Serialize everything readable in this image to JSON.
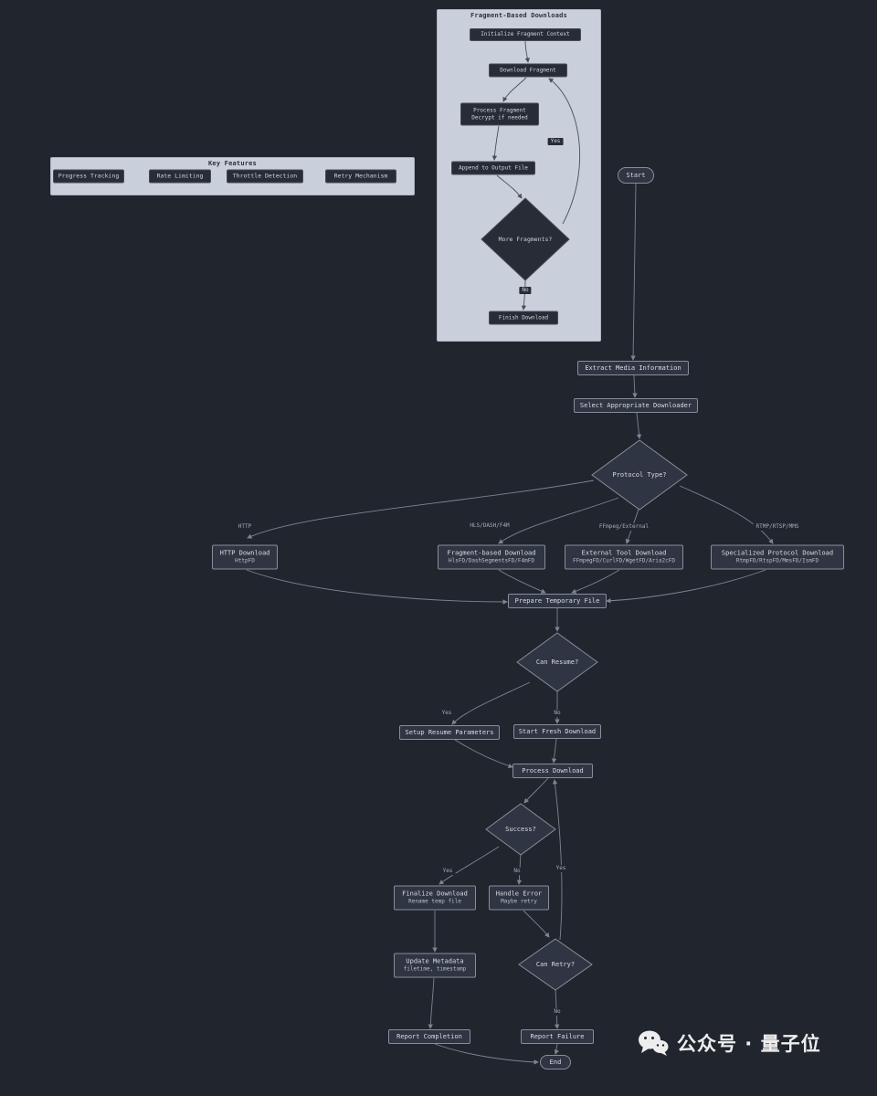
{
  "fragment_subgraph": {
    "title": "Fragment-Based Downloads",
    "init": "Initialize Fragment Context",
    "download": "Download Fragment",
    "process_l1": "Process Fragment",
    "process_l2": "Decrypt if needed",
    "append": "Append to Output File",
    "more": "More Fragments?",
    "finish": "Finish Download",
    "label_yes": "Yes",
    "label_no": "No"
  },
  "features_subgraph": {
    "title": "Key Features",
    "items": [
      "Progress Tracking",
      "Rate Limiting",
      "Throttle Detection",
      "Retry Mechanism"
    ]
  },
  "flow": {
    "start": "Start",
    "extract": "Extract Media Information",
    "select": "Select Appropriate Downloader",
    "protocol": "Protocol Type?",
    "branch_http": "HTTP",
    "branch_hls": "HLS/DASH/F4M",
    "branch_ffmpeg": "FFmpeg/External",
    "branch_rtmp": "RTMP/RTSP/MMS",
    "http_l1": "HTTP Download",
    "http_l2": "HttpFD",
    "frag_l1": "Fragment-based Download",
    "frag_l2": "HlsFD/DashSegmentsFD/F4mFD",
    "ext_l1": "External Tool Download",
    "ext_l2": "FFmpegFD/CurlFD/WgetFD/Aria2cFD",
    "spec_l1": "Specialized Protocol Download",
    "spec_l2": "RtmpFD/RtspFD/MmsFD/IsmFD",
    "prepare": "Prepare Temporary File",
    "can_resume": "Can Resume?",
    "yes": "Yes",
    "no": "No",
    "setup_resume": "Setup Resume Parameters",
    "fresh": "Start Fresh Download",
    "process": "Process Download",
    "success": "Success?",
    "finalize_l1": "Finalize Download",
    "finalize_l2": "Rename temp file",
    "handle_l1": "Handle Error",
    "handle_l2": "Maybe retry",
    "can_retry": "Can Retry?",
    "update_l1": "Update Metadata",
    "update_l2": "filetime, timestamp",
    "report_completion": "Report Completion",
    "report_failure": "Report Failure",
    "end": "End"
  },
  "watermark": {
    "text": "公众号 · 量子位"
  },
  "colors": {
    "background": "#20252e",
    "node_fill": "#2f3542",
    "node_border": "#878e9b",
    "subgraph_fill": "#cad0db",
    "edge": "#7e8591"
  }
}
